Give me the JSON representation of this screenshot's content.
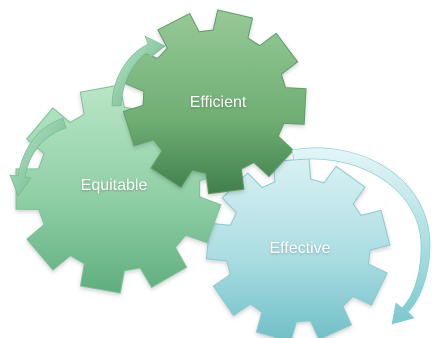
{
  "diagram": {
    "gears": [
      {
        "id": "equitable",
        "label": "Equitable"
      },
      {
        "id": "efficient",
        "label": "Efficient"
      },
      {
        "id": "effective",
        "label": "Effective"
      }
    ],
    "colors": {
      "equitable": "#8fcfa6",
      "equitable_dark": "#5fae7e",
      "efficient": "#6fae73",
      "efficient_dark": "#3f7f4d",
      "effective": "#a9dde2",
      "effective_dark": "#6fbfc6",
      "arrow_green": "#7ec89a",
      "arrow_cyan": "#9ad8dd"
    }
  }
}
